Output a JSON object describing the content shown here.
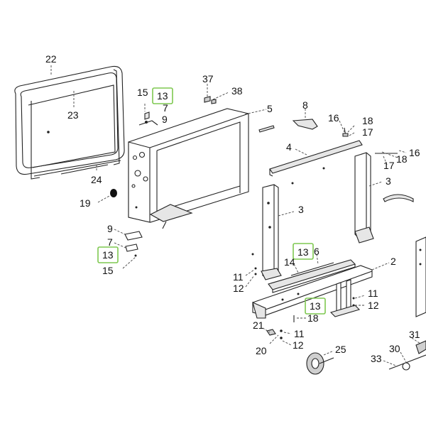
{
  "diagram": {
    "highlight_color": "#7ec850",
    "labels": {
      "l22": "22",
      "l23": "23",
      "l24": "24",
      "l15a": "15",
      "l13a": "13",
      "l7a": "7",
      "l9a": "9",
      "l37": "37",
      "l38": "38",
      "l5": "5",
      "l8": "8",
      "l16a": "16",
      "l18a": "18",
      "l17a": "17",
      "l4": "4",
      "l17b": "17",
      "l18b": "18",
      "l16b": "16",
      "l19": "19",
      "l3a": "3",
      "l3b": "3",
      "l9b": "9",
      "l7b": "7",
      "l13b": "13",
      "l15b": "15",
      "l13c": "13",
      "l6": "6",
      "l14": "14",
      "l2": "2",
      "l11a": "11",
      "l12a": "12",
      "l11b": "11",
      "l12b": "12",
      "l13d": "13",
      "l18c": "18",
      "l21": "21",
      "l11c": "11",
      "l20": "20",
      "l12c": "12",
      "l25": "25",
      "l30": "30",
      "l31": "31",
      "l33": "33"
    }
  }
}
